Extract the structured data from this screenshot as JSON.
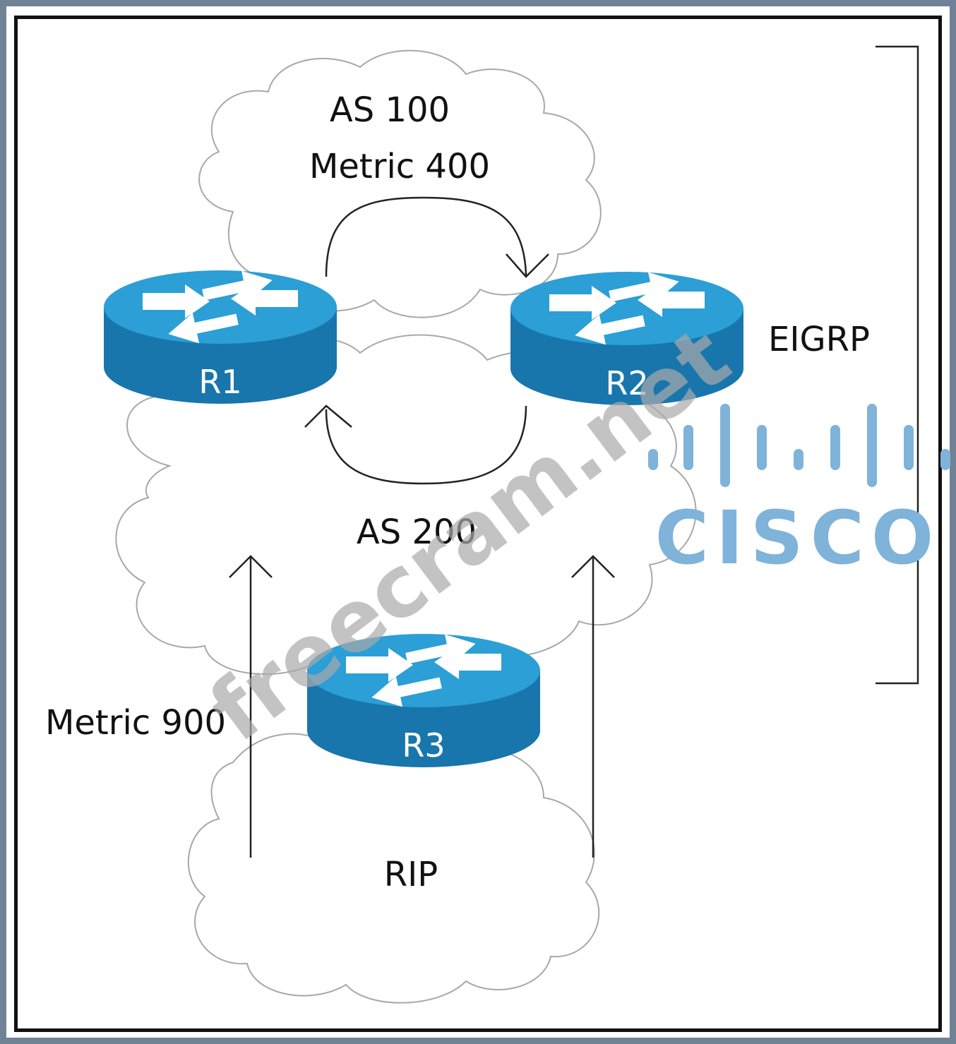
{
  "diagram": {
    "clouds": [
      {
        "id": "as100",
        "label": "AS 100"
      },
      {
        "id": "as200",
        "label": "AS 200"
      },
      {
        "id": "rip",
        "label": "RIP"
      }
    ],
    "labels": {
      "as100": "AS 100",
      "metric_400": "Metric 400",
      "as200": "AS 200",
      "metric_900": "Metric 900",
      "rip": "RIP",
      "eigrp": "EIGRP"
    },
    "routers": [
      {
        "id": "r1",
        "label": "R1"
      },
      {
        "id": "r2",
        "label": "R2"
      },
      {
        "id": "r3",
        "label": "R3"
      }
    ],
    "colors": {
      "router_top": "#2b9fd6",
      "router_side": "#1876ad",
      "cisco_logo": "#7fb3d9",
      "watermark": "#a9a9a9",
      "frame_outer": "#6f8296"
    },
    "watermark": "freecram.net",
    "logo_text": "CISCO"
  }
}
